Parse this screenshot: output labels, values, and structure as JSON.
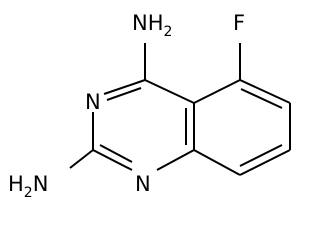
{
  "molecule": {
    "labels": {
      "amino_top": "NH",
      "amino_top_sub": "2",
      "fluoro": "F",
      "ring_n_upper": "N",
      "ring_n_lower": "N",
      "amino_left": "H",
      "amino_left_sub": "2",
      "amino_left_n": "N"
    }
  }
}
